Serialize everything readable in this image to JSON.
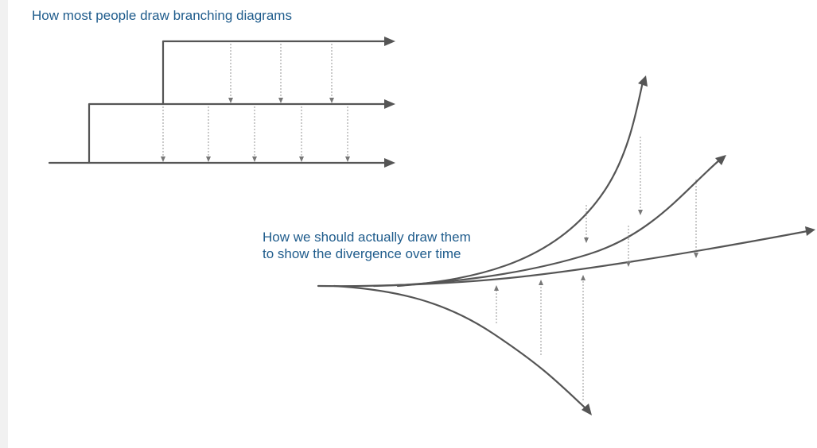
{
  "captions": {
    "traditional": "How most people draw branching diagrams",
    "proposed_line1": "How we should actually draw them",
    "proposed_line2": "to show the divergence over time"
  },
  "colors": {
    "caption_text": "#1f5c8c",
    "lines": "#555555",
    "dotted_arrows": "#8a8a8a"
  }
}
